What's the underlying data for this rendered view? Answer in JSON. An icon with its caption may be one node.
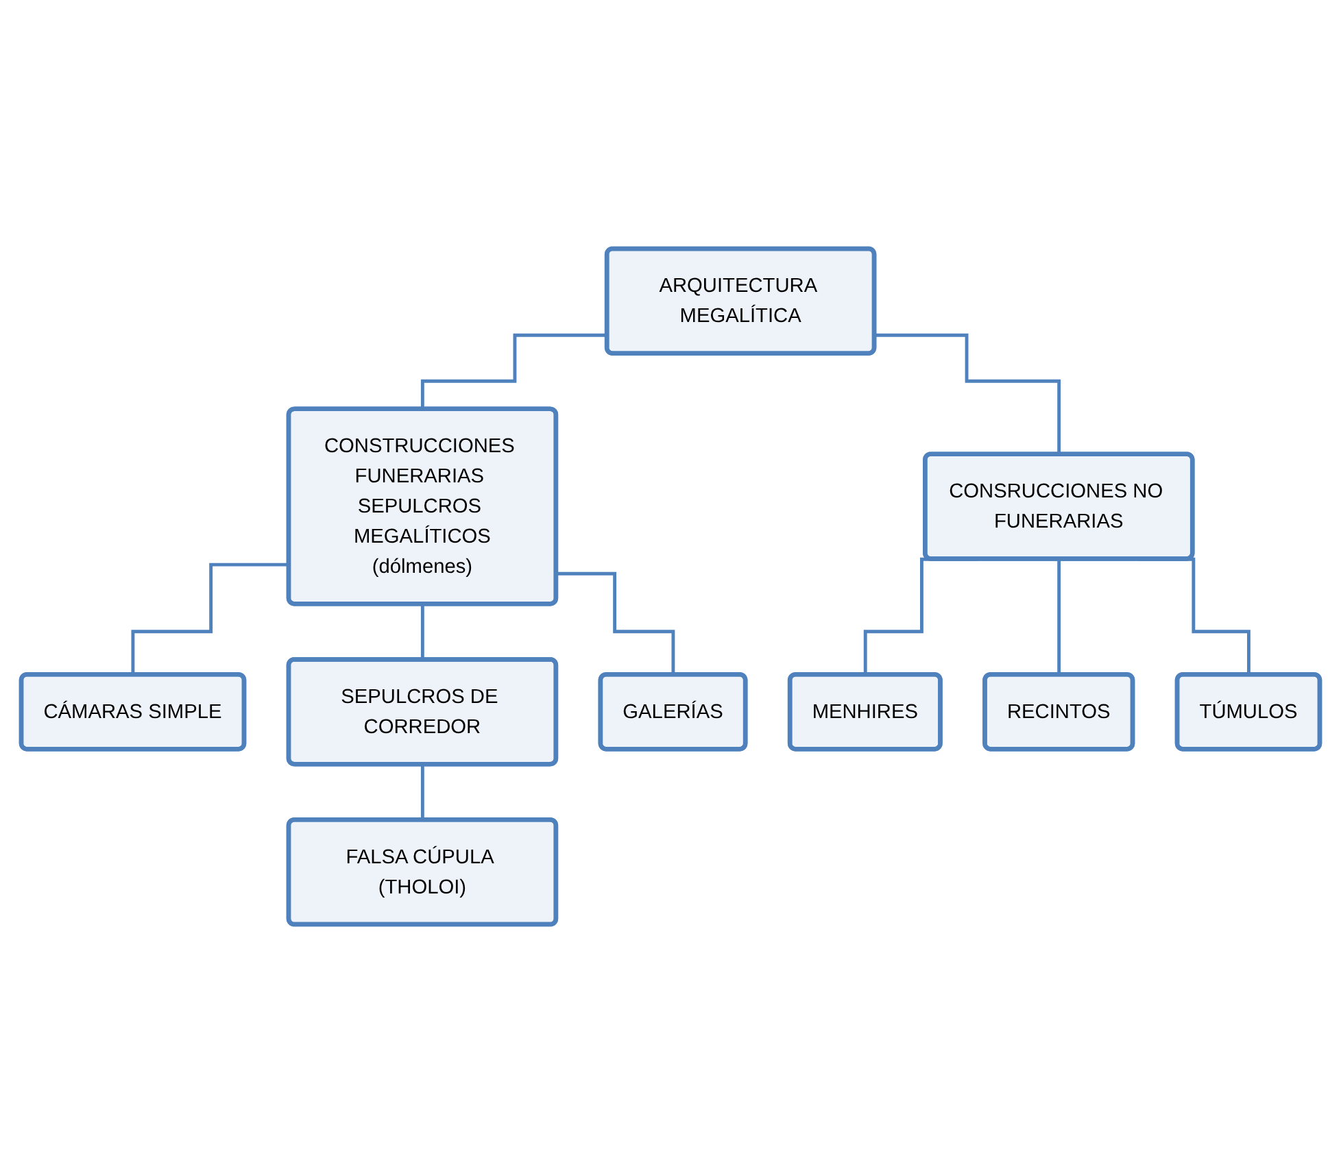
{
  "diagram": {
    "nodes": [
      {
        "text": [
          "ARQUITECTURA MEGALÍTICA"
        ]
      },
      {
        "text": [
          "CONSTRUCCIONES FUNERARIAS SEPULCROS MEGALÍTICOS",
          "(dólmenes)"
        ]
      },
      {
        "text": [
          "CONSRUCCIONES NO FUNERARIAS"
        ]
      },
      {
        "text": [
          "CÁMARAS SIMPLE"
        ]
      },
      {
        "text": [
          "SEPULCROS DE CORREDOR"
        ]
      },
      {
        "text": [
          "GALERÍAS"
        ]
      },
      {
        "text": [
          "FALSA CÚPULA (THOLOI)"
        ]
      },
      {
        "text": [
          "MENHIRES"
        ]
      },
      {
        "text": [
          "RECINTOS"
        ]
      },
      {
        "text": [
          "TÚMULOS"
        ]
      }
    ],
    "edges": [
      {
        "from": 0,
        "to": 1,
        "arrow": "none"
      },
      {
        "from": 0,
        "to": 2,
        "arrow": "none"
      },
      {
        "from": 1,
        "to": 3,
        "arrow": "none"
      },
      {
        "from": 1,
        "to": 4,
        "arrow": "none"
      },
      {
        "from": 1,
        "to": 5,
        "arrow": "none"
      },
      {
        "from": 4,
        "to": 6,
        "arrow": "none"
      },
      {
        "from": 2,
        "to": 7,
        "arrow": "none"
      },
      {
        "from": 2,
        "to": 8,
        "arrow": "none"
      },
      {
        "from": 2,
        "to": 9,
        "arrow": "none"
      }
    ]
  }
}
